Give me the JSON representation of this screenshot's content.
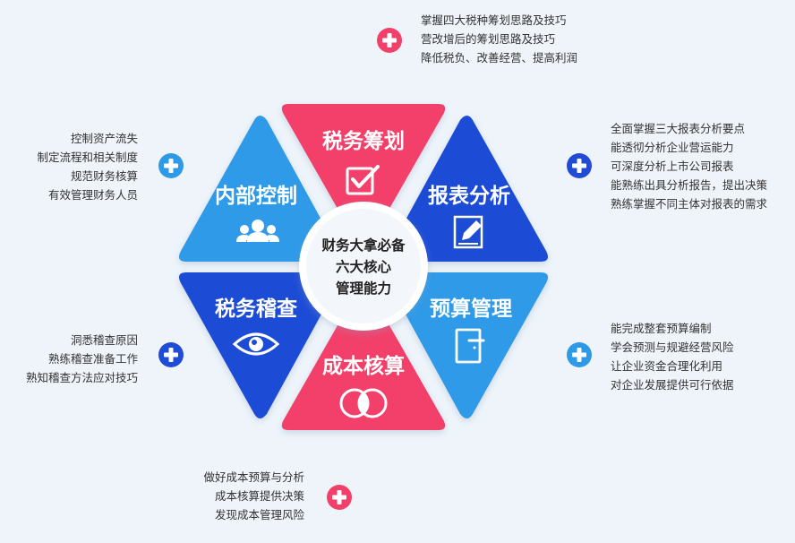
{
  "center": {
    "lines": [
      "财务大拿必备",
      "六大核心",
      "管理能力"
    ]
  },
  "segments": {
    "tax_planning": {
      "title": "税务筹划",
      "icon": "checkbox-icon",
      "color": "#f2406a"
    },
    "report_analysis": {
      "title": "报表分析",
      "icon": "edit-document-icon",
      "color": "#1f4bd6"
    },
    "budget_management": {
      "title": "预算管理",
      "icon": "door-icon",
      "color": "#2d9ae8"
    },
    "cost_accounting": {
      "title": "成本核算",
      "icon": "overlap-circles-icon",
      "color": "#f2406a"
    },
    "tax_audit": {
      "title": "税务稽查",
      "icon": "eye-icon",
      "color": "#1f4bd6"
    },
    "internal_control": {
      "title": "内部控制",
      "icon": "users-icon",
      "color": "#2d9ae8"
    }
  },
  "notes": {
    "top": [
      "掌握四大税种筹划思路及技巧",
      "营改增后的筹划思路及技巧",
      "降低税负、改善经营、提高利润"
    ],
    "right_top": [
      "全面掌握三大报表分析要点",
      "能透彻分析企业营运能力",
      "可深度分析上市公司报表",
      "能熟练出具分析报告，提出决策",
      "熟练掌握不同主体对报表的需求"
    ],
    "right_bottom": [
      "能完成整套预算编制",
      "学会预测与规避经营风险",
      "让企业资金合理化利用",
      "对企业发展提供可行依据"
    ],
    "bottom": [
      "做好成本预算与分析",
      "成本核算提供决策",
      "发现成本管理风险"
    ],
    "left_bottom": [
      "洞悉稽查原因",
      "熟练稽查准备工作",
      "熟知稽查方法应对技巧"
    ],
    "left_top": [
      "控制资产流失",
      "制定流程和相关制度",
      "规范财务核算",
      "有效管理财务人员"
    ]
  },
  "colors": {
    "pink": "#f2406a",
    "blue_dark": "#1f4bd6",
    "blue_light": "#2d9ae8"
  }
}
